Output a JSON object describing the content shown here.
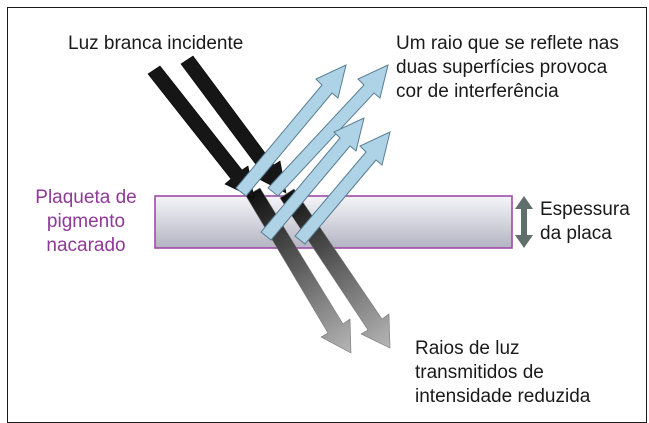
{
  "labels": {
    "incident": "Luz branca incidente",
    "reflected": [
      "Um raio que se reflete nas",
      "duas superfícies provoca",
      "cor de interferência"
    ],
    "platelet": [
      "Plaqueta de",
      "pigmento",
      "nacarado"
    ],
    "thickness": [
      "Espessura",
      "da placa"
    ],
    "transmitted": [
      "Raios de luz",
      "transmitidos de",
      "intensidade reduzida"
    ]
  },
  "colors": {
    "incident_ray": "#161616",
    "reflected_ray": "#aed3e6",
    "reflected_ray_outline": "#5a7d93",
    "transmitted_ray": "#9a9a9a",
    "plate_edge": "#a04aa8",
    "plate_fill": "#d5d5df",
    "thickness_arrow": "#5f6f6a",
    "platelet_text": "#8e3a96"
  },
  "icons": {
    "thickness": "double-headed-vertical-arrow"
  }
}
